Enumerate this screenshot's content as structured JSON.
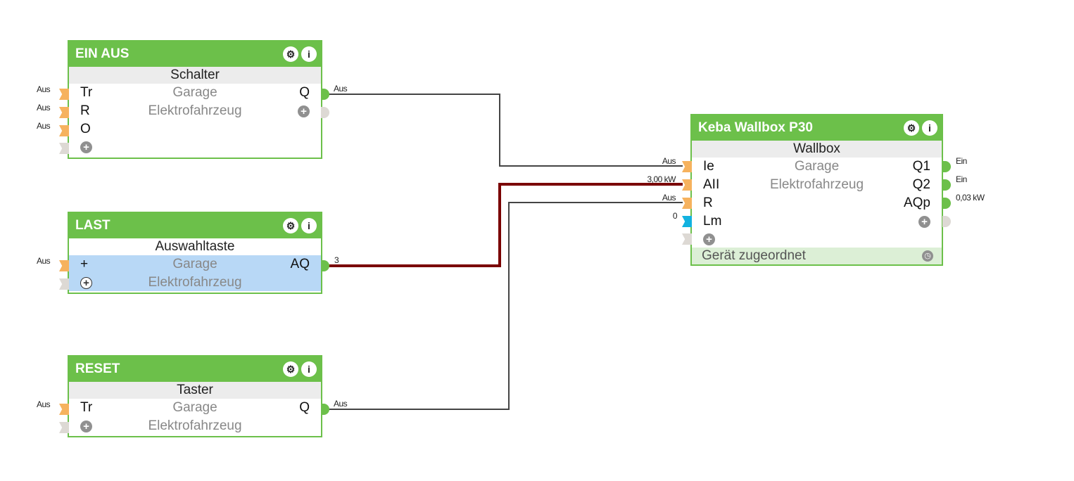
{
  "colors": {
    "block_green": "#6cc04a",
    "wire": "#444444",
    "wire_analog": "#7a0000",
    "input_orange": "#f6b25e",
    "input_blue": "#12b2e0",
    "selected_row": "#b8d8f6"
  },
  "blocks": {
    "ein_aus": {
      "title": "EIN AUS",
      "type": "Schalter",
      "room": "Garage",
      "category": "Elektrofahrzeug",
      "inputs": [
        {
          "label": "Tr",
          "value": "Aus"
        },
        {
          "label": "R",
          "value": "Aus"
        },
        {
          "label": "O",
          "value": "Aus"
        }
      ],
      "outputs": [
        {
          "label": "Q",
          "value": "Aus"
        }
      ]
    },
    "last": {
      "title": "LAST",
      "type": "Auswahltaste",
      "room": "Garage",
      "category": "Elektrofahrzeug",
      "inputs": [
        {
          "label": "+",
          "value": "Aus"
        }
      ],
      "outputs": [
        {
          "label": "AQ",
          "value": "3"
        }
      ]
    },
    "reset": {
      "title": "RESET",
      "type": "Taster",
      "room": "Garage",
      "category": "Elektrofahrzeug",
      "inputs": [
        {
          "label": "Tr",
          "value": "Aus"
        }
      ],
      "outputs": [
        {
          "label": "Q",
          "value": "Aus"
        }
      ]
    },
    "keba": {
      "title": "Keba Wallbox P30",
      "type": "Wallbox",
      "room": "Garage",
      "category": "Elektrofahrzeug",
      "inputs": [
        {
          "label": "Ie",
          "value": "Aus"
        },
        {
          "label": "AII",
          "value": "3,00 kW"
        },
        {
          "label": "R",
          "value": "Aus"
        },
        {
          "label": "Lm",
          "value": "0"
        }
      ],
      "outputs": [
        {
          "label": "Q1",
          "value": "Ein"
        },
        {
          "label": "Q2",
          "value": "Ein"
        },
        {
          "label": "AQp",
          "value": "0,03 kW"
        }
      ],
      "footer": "Gerät zugeordnet"
    }
  },
  "icons": {
    "settings": "⚙",
    "info": "i",
    "add": "+",
    "clock": "◷"
  }
}
